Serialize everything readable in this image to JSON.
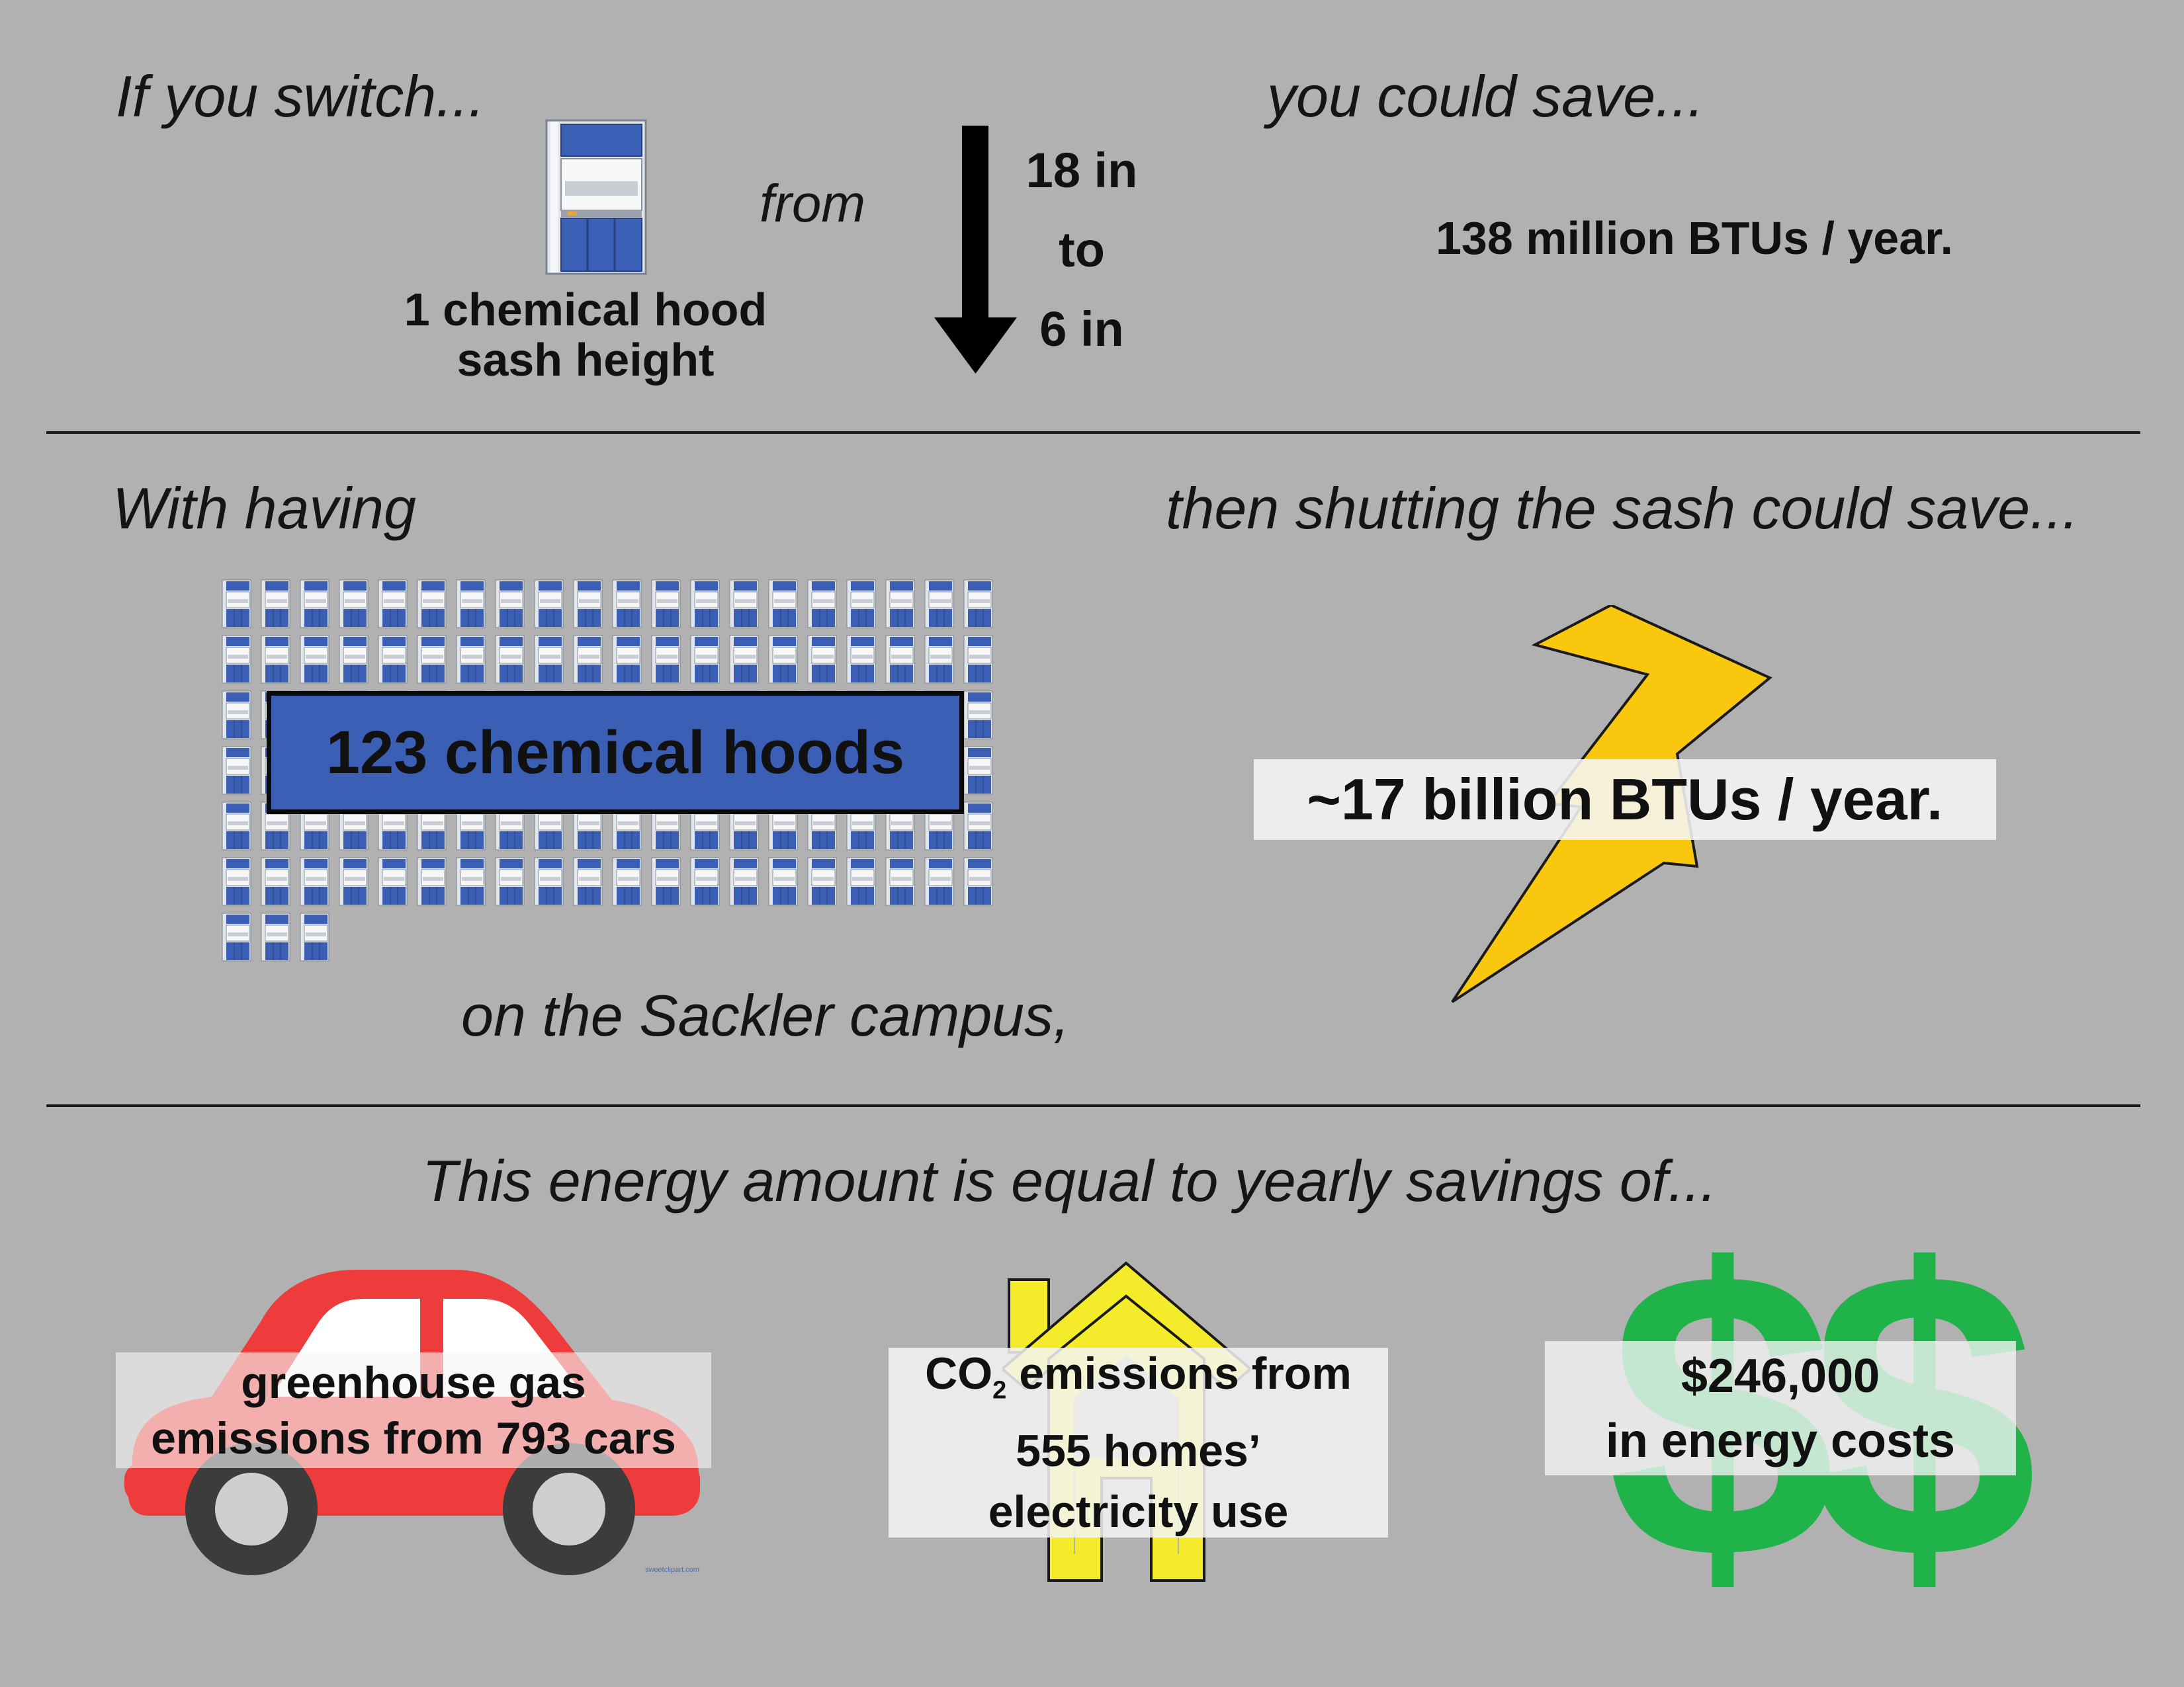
{
  "row1": {
    "if_switch": "If you switch...",
    "hood_label_line1": "1 chemical hood",
    "hood_label_line2": "sash height",
    "from": "from",
    "height_from": "18 in",
    "height_to_word": "to",
    "height_to": "6 in",
    "could_save": "you could save...",
    "savings_single": "138 million BTUs / year."
  },
  "row2": {
    "with_having": "With having",
    "hood_count_box": "123 chemical hoods",
    "campus": "on the Sackler campus,",
    "then_shutting": "then shutting the sash could save...",
    "savings_total": "~17 billion BTUs / year."
  },
  "row3": {
    "equal_to": "This energy amount is equal to yearly savings of...",
    "cars_line1": "greenhouse gas",
    "cars_line2": "emissions from 793 cars",
    "homes_co": "CO",
    "homes_sub": "2",
    "homes_line1_rest": " emissions from",
    "homes_line2": "555 homes’",
    "homes_line3": "electricity use",
    "cost_line1": "$246,000",
    "cost_line2": "in energy costs",
    "car_credit": "sweetclipart.com"
  },
  "hood_icon_count": 123,
  "icons": {
    "hood": "fume-hood-icon",
    "arrow": "down-arrow-icon",
    "bolt": "lightning-bolt-icon",
    "car": "car-icon",
    "house": "house-icon",
    "dollar": "dollar-sign-icon"
  },
  "colors": {
    "background": "#b1b1b1",
    "hood_blue": "#3a5fb4",
    "bolt_yellow": "#f9c80e",
    "car_red": "#ee3b3b",
    "house_yellow": "#f4ec2a",
    "dollar_green": "#1fb34a",
    "label_box": "#f2f2f2"
  }
}
